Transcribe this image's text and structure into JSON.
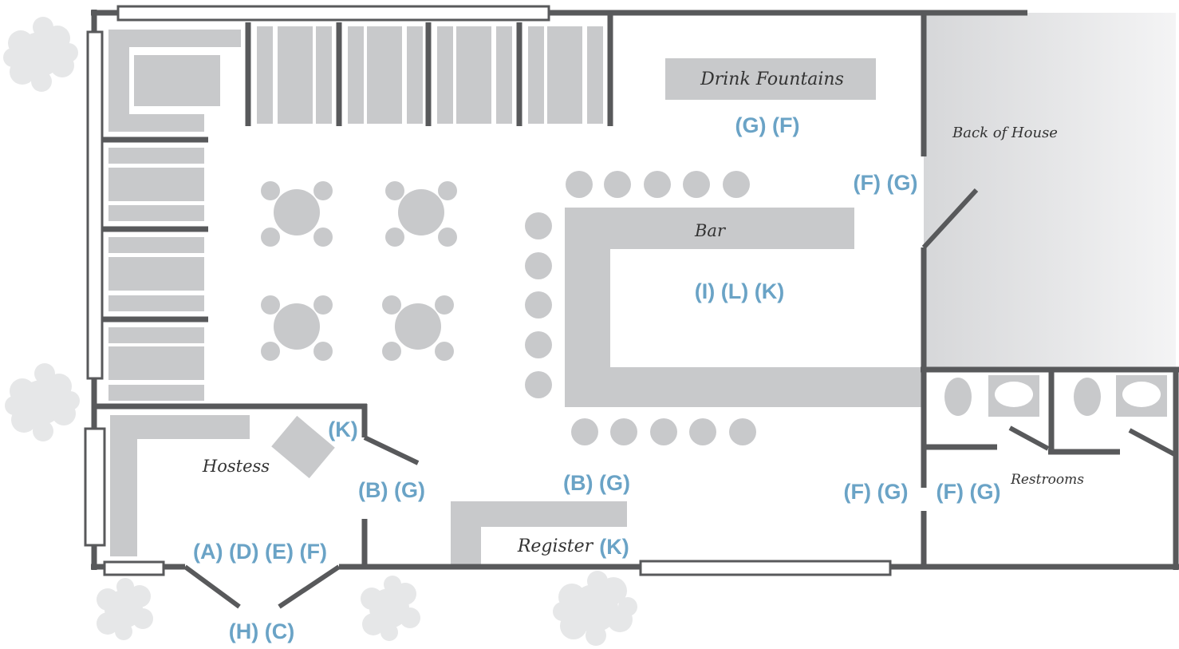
{
  "labels": {
    "drink_fountains": "Drink Fountains",
    "back_of_house": "Back of House",
    "bar": "Bar",
    "hostess": "Hostess",
    "register": "Register",
    "restrooms": "Restrooms"
  },
  "codes": {
    "drink_fountains": "(G) (F)",
    "back_of_house_door": "(F) (G)",
    "bar": "(I) (L) (K)",
    "hostess_station": "(K)",
    "hostess_door": "(B) (G)",
    "register_area": "(B) (G)",
    "register": "(K)",
    "entrance_inside": "(A) (D) (E) (F)",
    "entrance_outside": "(H) (C)",
    "restroom_hall": "(F) (G)",
    "restrooms": "(F) (G)"
  },
  "colors": {
    "wall": "#58595b",
    "furniture": "#c8c9cb",
    "code_label": "#6aa3c6",
    "back_of_house_fill": "#e9eaeb",
    "trees": "#e6e7e8"
  }
}
